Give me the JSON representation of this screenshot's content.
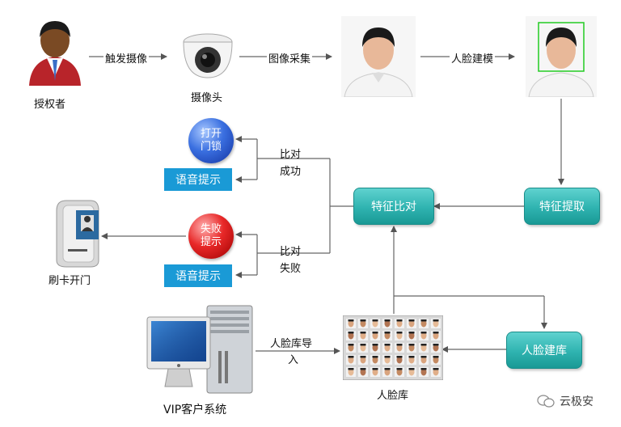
{
  "actors": {
    "authorizer": "授权者",
    "camera": "摄像头"
  },
  "edges": {
    "trigger": "触发摄像",
    "capture": "图像采集",
    "modeling": "人脸建模",
    "match_ok": [
      "比对",
      "成功"
    ],
    "match_fail": [
      "比对",
      "失败"
    ],
    "import": [
      "人脸库导",
      "入"
    ]
  },
  "boxes": {
    "feature_extract": "特征提取",
    "feature_compare": "特征比对",
    "face_db_build": "人脸建库",
    "voice_prompt_ok": "语音提示",
    "voice_prompt_fail": "语音提示"
  },
  "orbs": {
    "open_lock": [
      "打开",
      "门锁"
    ],
    "fail_prompt": [
      "失败",
      "提示"
    ]
  },
  "nodes": {
    "card_door": "刷卡开门",
    "face_db": "人脸库",
    "vip_system": "VIP客户系统"
  },
  "watermark": "云极安"
}
